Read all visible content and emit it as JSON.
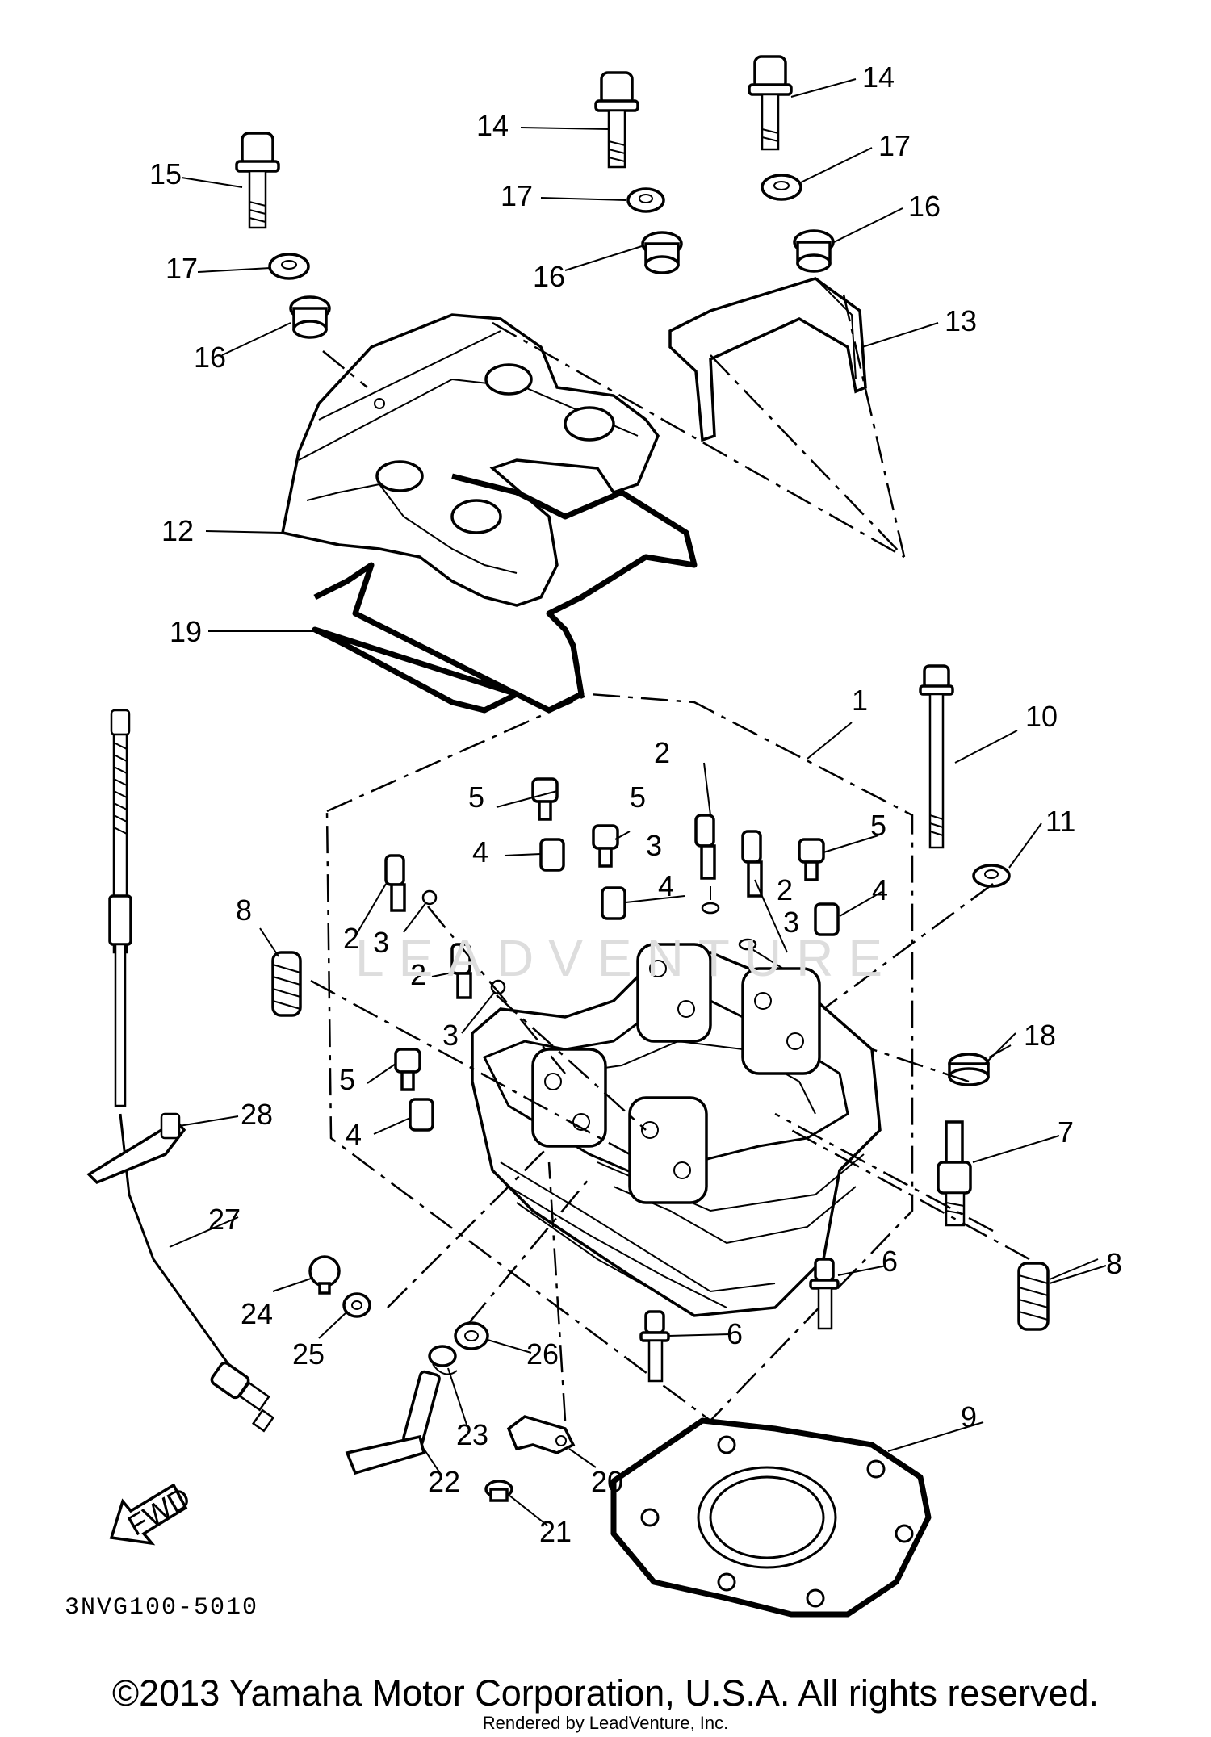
{
  "diagram": {
    "code": "3NVG100-5010",
    "copyright": "©2013 Yamaha Motor Corporation, U.S.A. All rights reserved.",
    "rendered_by": "Rendered by LeadVenture, Inc.",
    "watermark": "LEADVENTURE",
    "direction_arrow": "FWD",
    "callouts": [
      "1",
      "2",
      "2",
      "2",
      "2",
      "3",
      "3",
      "3",
      "3",
      "4",
      "4",
      "4",
      "4",
      "5",
      "5",
      "5",
      "5",
      "6",
      "6",
      "7",
      "8",
      "8",
      "9",
      "10",
      "11",
      "12",
      "13",
      "14",
      "14",
      "15",
      "16",
      "16",
      "16",
      "17",
      "17",
      "17",
      "18",
      "19",
      "20",
      "21",
      "22",
      "23",
      "24",
      "25",
      "26",
      "27",
      "28"
    ]
  }
}
